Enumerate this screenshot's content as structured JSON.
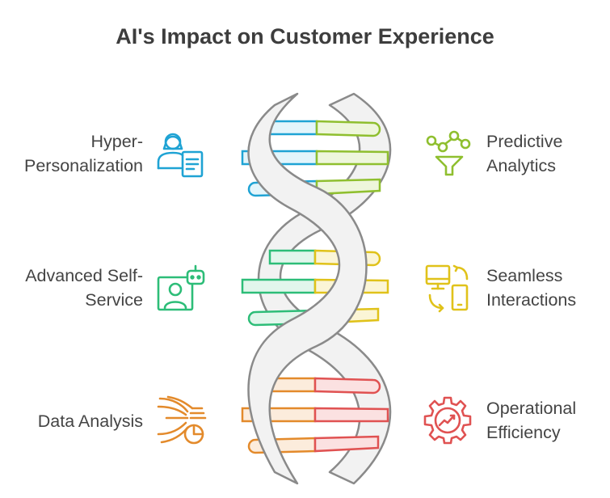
{
  "title": "AI's Impact on Customer Experience",
  "items": [
    {
      "side": "left",
      "lines": [
        "Hyper-",
        "Personalization"
      ],
      "icon": "user-document-icon",
      "color": "#1fa3d4"
    },
    {
      "side": "right",
      "lines": [
        "Predictive",
        "Analytics"
      ],
      "icon": "funnel-network-icon",
      "color": "#8fbf2f"
    },
    {
      "side": "left",
      "lines": [
        "Advanced Self-",
        "Service"
      ],
      "icon": "robot-user-icon",
      "color": "#2dbd78"
    },
    {
      "side": "right",
      "lines": [
        "Seamless",
        "Interactions"
      ],
      "icon": "devices-sync-icon",
      "color": "#e0c21a"
    },
    {
      "side": "left",
      "lines": [
        "Data Analysis"
      ],
      "icon": "data-flow-chart-icon",
      "color": "#e38a2b"
    },
    {
      "side": "right",
      "lines": [
        "Operational",
        "Efficiency"
      ],
      "icon": "gear-chart-icon",
      "color": "#e05252"
    }
  ],
  "colors": {
    "blue": "#1fa3d4",
    "green": "#8fbf2f",
    "mint": "#2dbd78",
    "yellow": "#e0c21a",
    "orange": "#e38a2b",
    "red": "#e05252",
    "strand": "#f2f2f2",
    "strand_outline": "#8a8a8a"
  }
}
